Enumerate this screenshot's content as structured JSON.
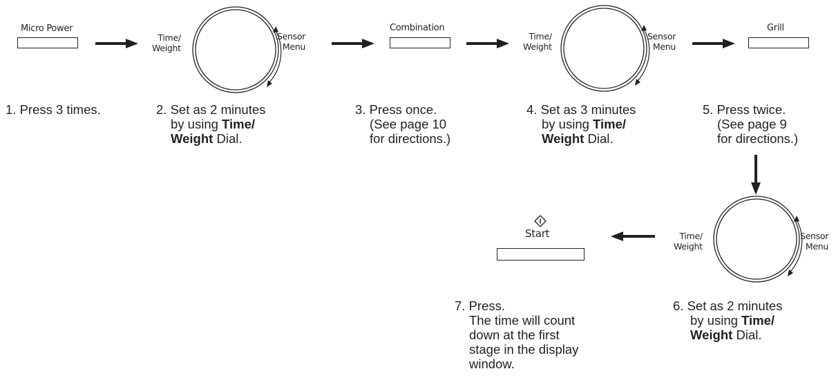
{
  "buttons": {
    "micro_power": "Micro Power",
    "combination": "Combination",
    "grill": "Grill",
    "start": "Start"
  },
  "dial": {
    "left_line1": "Time/",
    "left_line2": "Weight",
    "right_line1": "Sensor",
    "right_line2": "Menu"
  },
  "steps": {
    "s1": {
      "num": "1.",
      "l1": "Press 3 times."
    },
    "s2": {
      "num": "2.",
      "l1": "Set as 2 minutes",
      "l2a": "by using ",
      "l2b": "Time/",
      "l3a": "Weight",
      "l3b": " Dial."
    },
    "s3": {
      "num": "3.",
      "l1": "Press once.",
      "l2": "(See page 10",
      "l3": "for directions.)"
    },
    "s4": {
      "num": "4.",
      "l1": "Set as 3 minutes",
      "l2a": "by using ",
      "l2b": "Time/",
      "l3a": "Weight",
      "l3b": " Dial."
    },
    "s5": {
      "num": "5.",
      "l1": "Press twice.",
      "l2": "(See page 9",
      "l3": "for directions.)"
    },
    "s6": {
      "num": "6.",
      "l1": "Set as 2 minutes",
      "l2a": "by using ",
      "l2b": "Time/",
      "l3a": "Weight",
      "l3b": " Dial."
    },
    "s7": {
      "num": "7.",
      "l1": "Press.",
      "l2": "The time will count",
      "l3": "down at the first",
      "l4": "stage in the display",
      "l5": "window."
    }
  }
}
